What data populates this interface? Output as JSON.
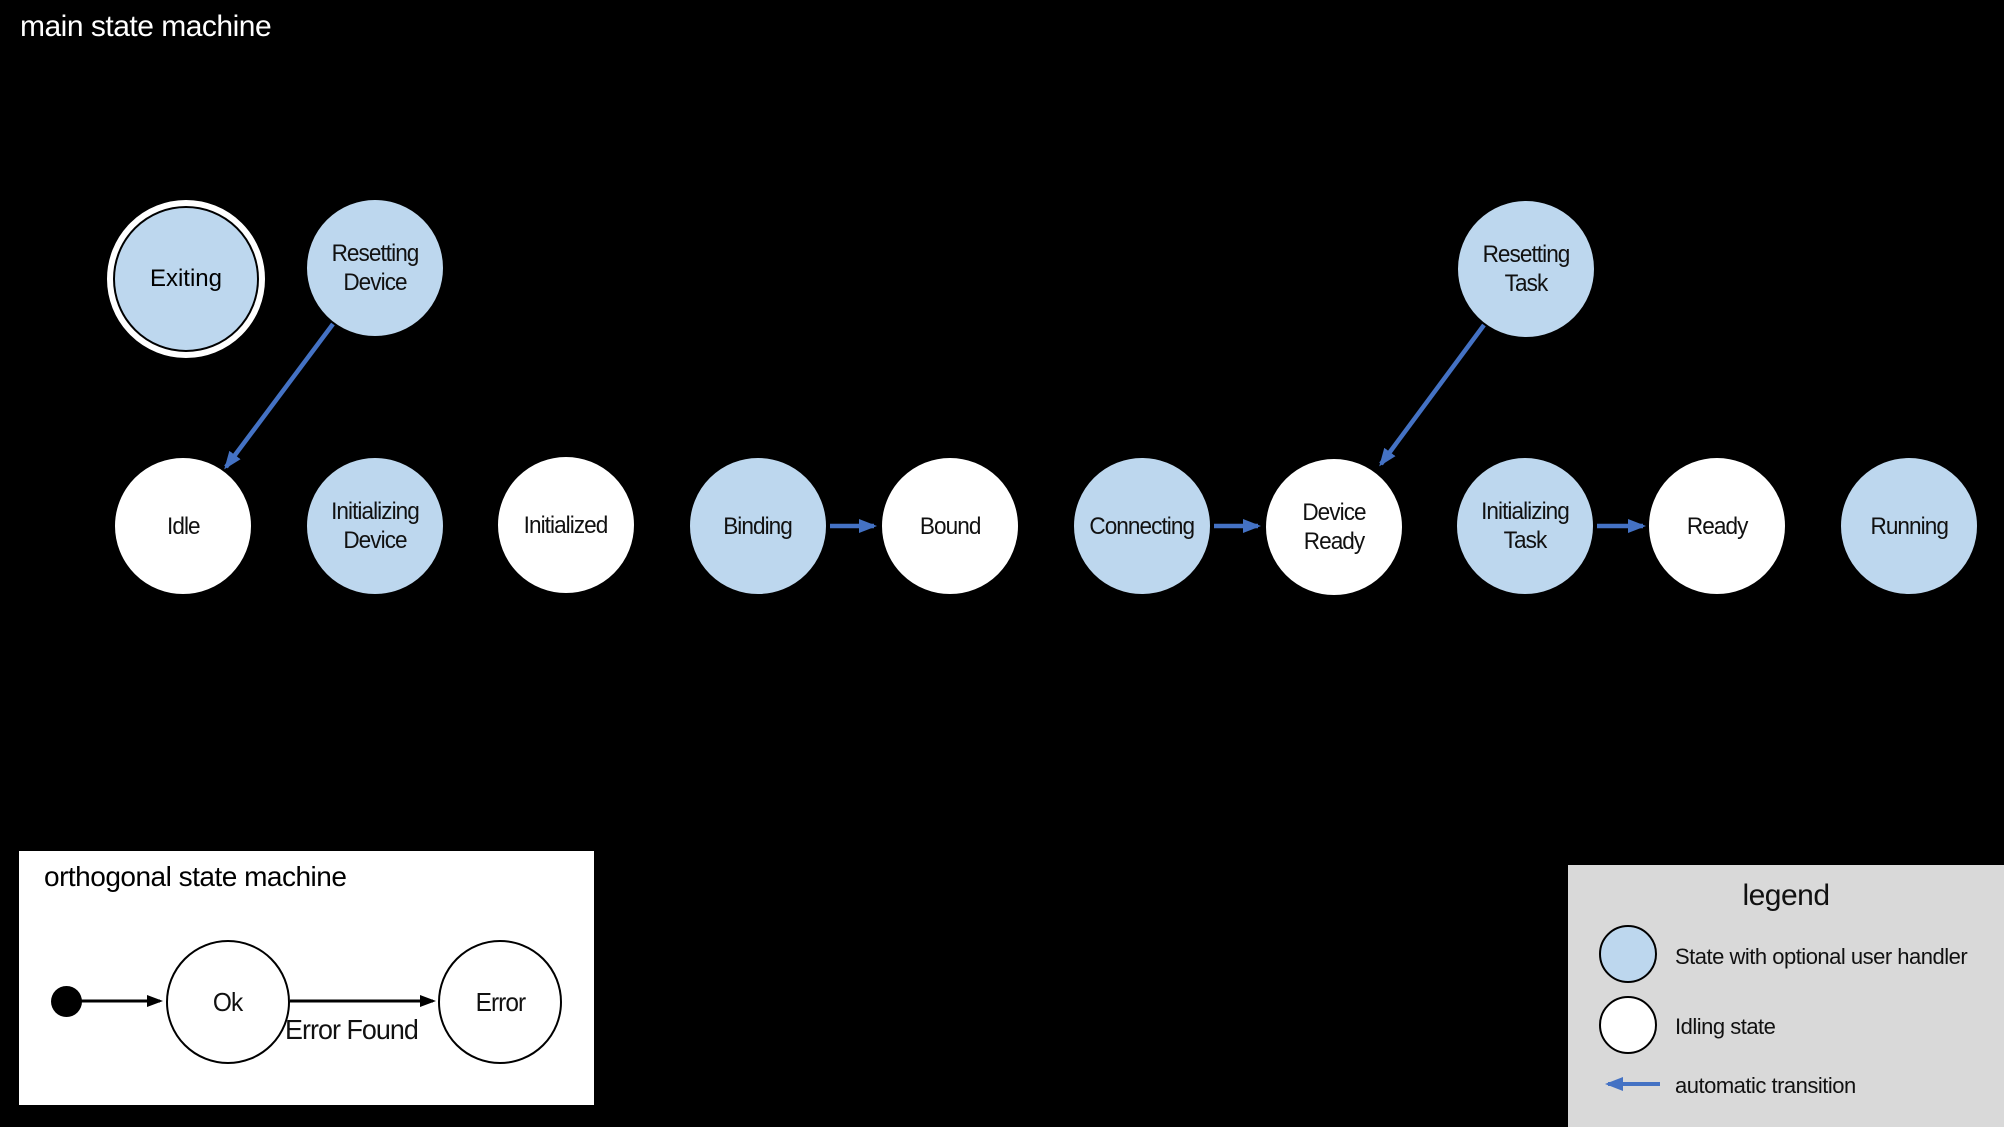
{
  "main": {
    "title": "main state machine",
    "states": [
      {
        "id": "exiting",
        "label": "Exiting",
        "kind": "state-with-user-handler",
        "final": true
      },
      {
        "id": "resetting-device",
        "label": "Resetting Device",
        "kind": "state-with-user-handler",
        "final": false
      },
      {
        "id": "resetting-task",
        "label": "Resetting Task",
        "kind": "state-with-user-handler",
        "final": false
      },
      {
        "id": "idle",
        "label": "Idle",
        "kind": "idling-state",
        "final": false
      },
      {
        "id": "initializing-device",
        "label": "Initializing Device",
        "kind": "state-with-user-handler",
        "final": false
      },
      {
        "id": "initialized",
        "label": "Initialized",
        "kind": "idling-state",
        "final": false
      },
      {
        "id": "binding",
        "label": "Binding",
        "kind": "state-with-user-handler",
        "final": false
      },
      {
        "id": "bound",
        "label": "Bound",
        "kind": "idling-state",
        "final": false
      },
      {
        "id": "connecting",
        "label": "Connecting",
        "kind": "state-with-user-handler",
        "final": false
      },
      {
        "id": "device-ready",
        "label": "Device Ready",
        "kind": "idling-state",
        "final": false
      },
      {
        "id": "initializing-task",
        "label": "Initializing Task",
        "kind": "state-with-user-handler",
        "final": false
      },
      {
        "id": "ready",
        "label": "Ready",
        "kind": "idling-state",
        "final": false
      },
      {
        "id": "running",
        "label": "Running",
        "kind": "state-with-user-handler",
        "final": false
      }
    ],
    "transitions": [
      {
        "from": "Resetting Device",
        "to": "Idle",
        "type": "automatic"
      },
      {
        "from": "Binding",
        "to": "Bound",
        "type": "automatic"
      },
      {
        "from": "Connecting",
        "to": "Device Ready",
        "type": "automatic"
      },
      {
        "from": "Resetting Task",
        "to": "Device Ready",
        "type": "automatic"
      },
      {
        "from": "Initializing Task",
        "to": "Ready",
        "type": "automatic"
      }
    ]
  },
  "orthogonal": {
    "title": "orthogonal state machine",
    "states": [
      {
        "id": "ok",
        "label": "Ok"
      },
      {
        "id": "error",
        "label": "Error"
      }
    ],
    "transition_label": "Error Found"
  },
  "legend": {
    "title": "legend",
    "items": [
      {
        "id": "user-handler-state",
        "label": "State with optional user handler"
      },
      {
        "id": "idling-state",
        "label": "Idling state"
      },
      {
        "id": "automatic-transition",
        "label": "automatic transition"
      }
    ]
  },
  "colors": {
    "background": "#000000",
    "user_handler_fill": "#bdd7ee",
    "idling_fill": "#ffffff",
    "automatic_arrow": "#4472c4",
    "legend_background": "#d9d9d9"
  }
}
